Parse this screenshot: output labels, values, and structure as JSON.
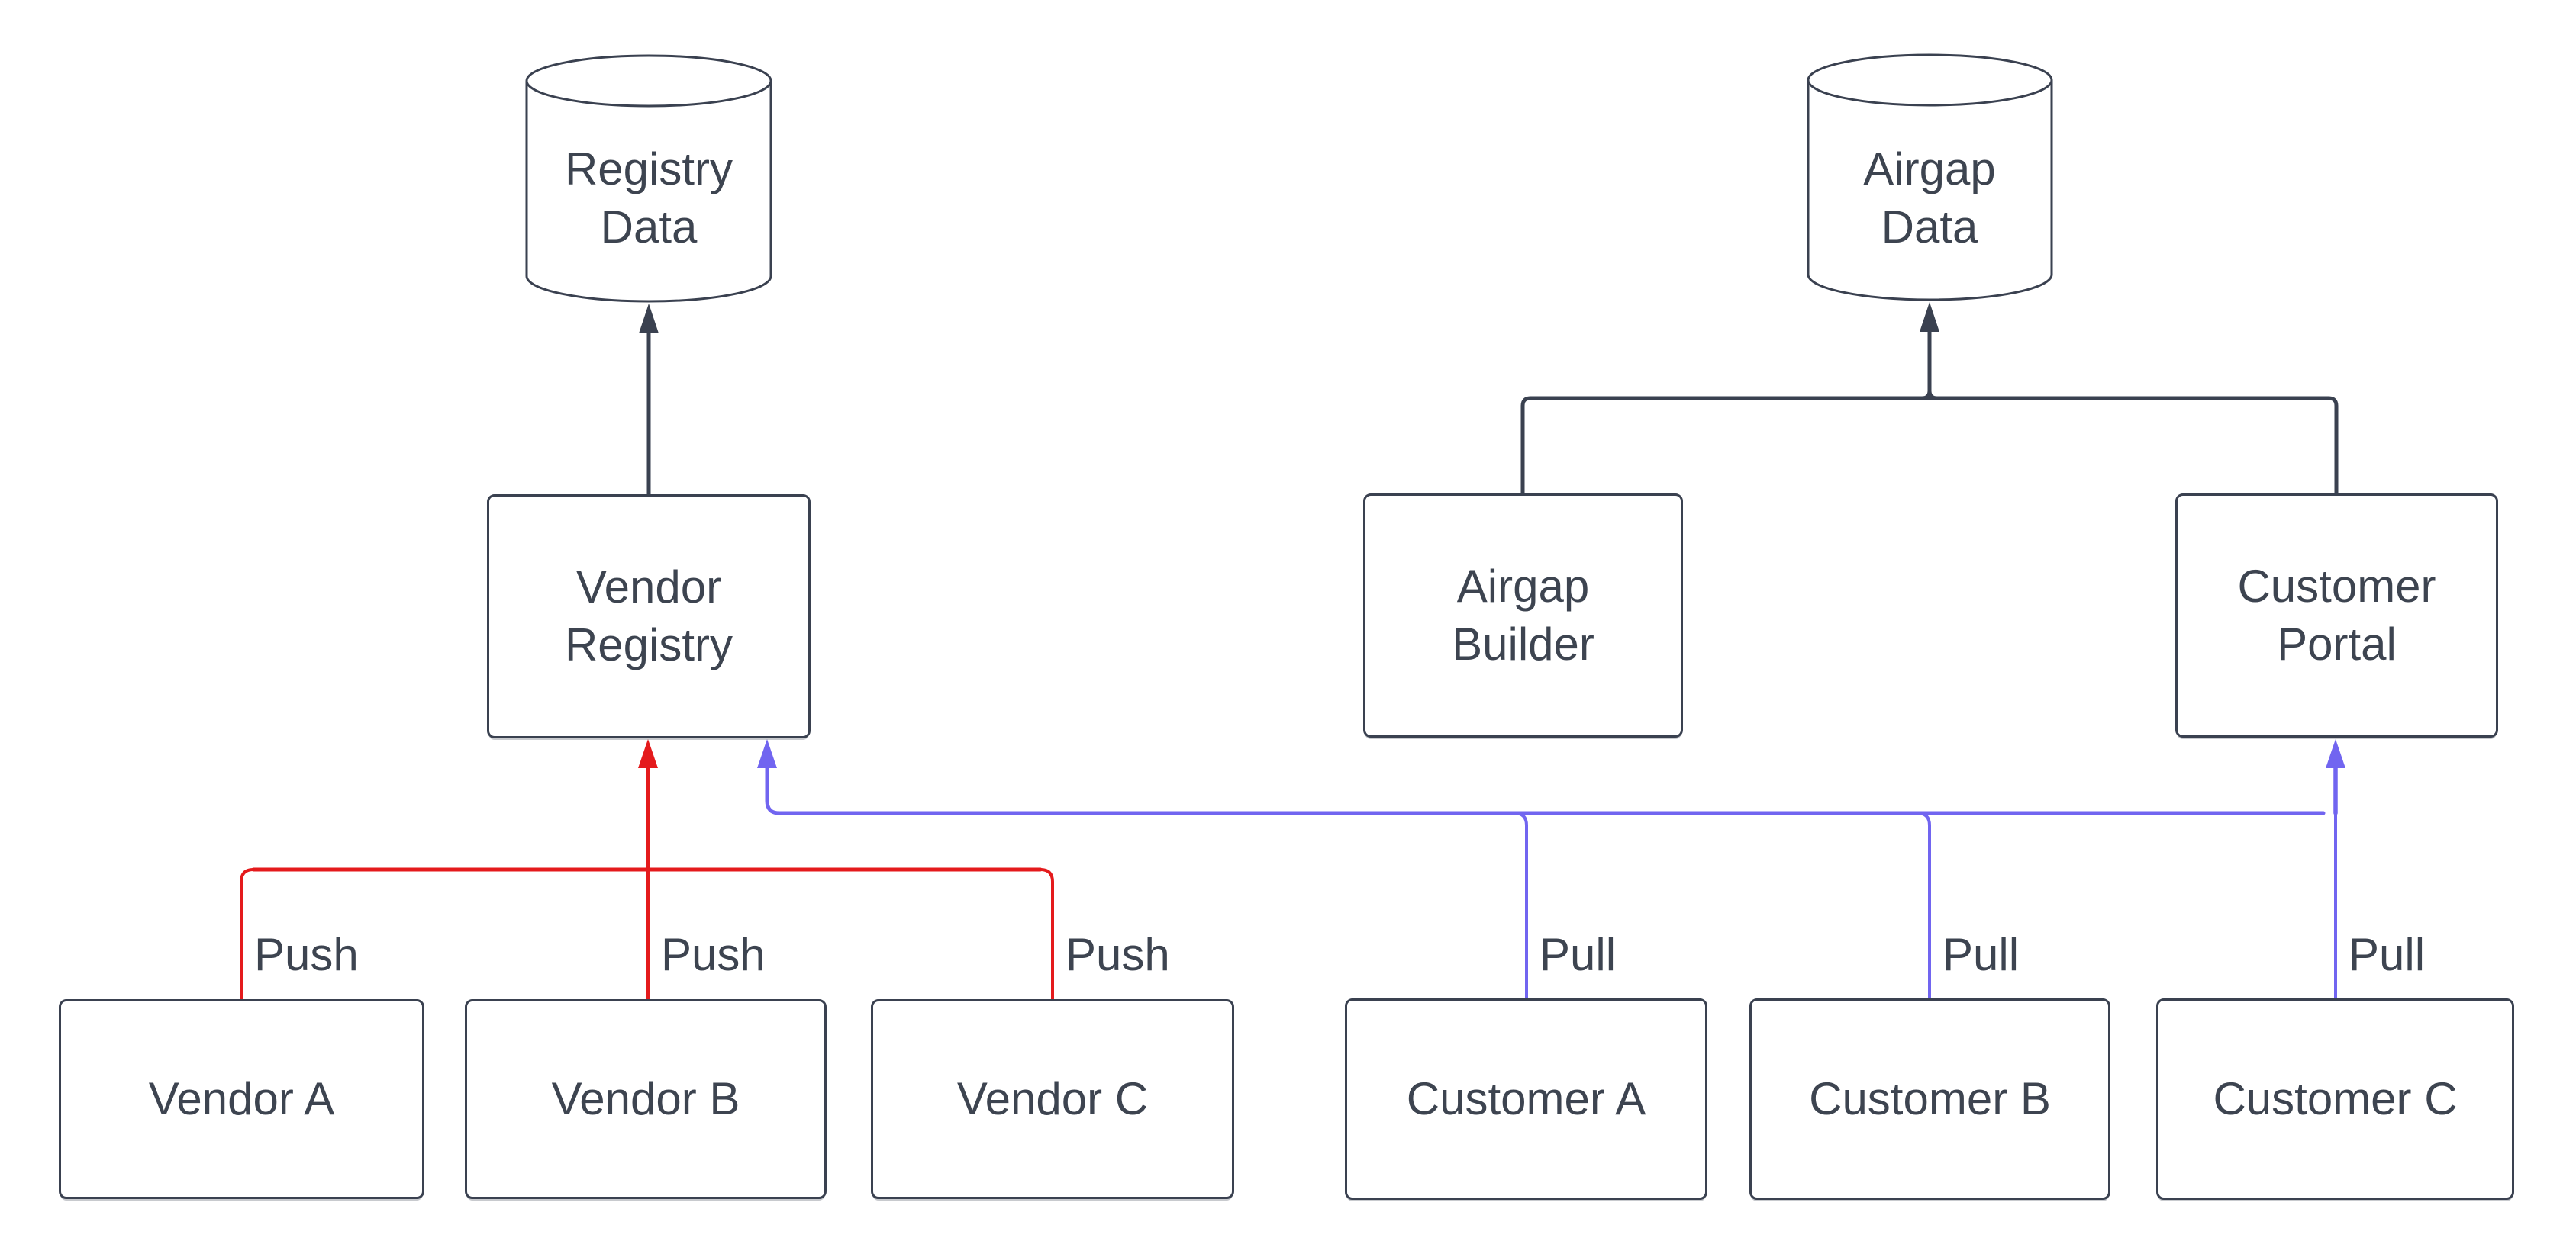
{
  "colors": {
    "push": "#e41a1c",
    "pull": "#7165f0",
    "flow": "#3a4150",
    "text": "#3d4450",
    "node_border": "#3a4150",
    "background": "#ffffff"
  },
  "nodes": {
    "registry_data": "Registry Data",
    "airgap_data": "Airgap Data",
    "vendor_registry": "Vendor Registry",
    "airgap_builder": "Airgap Builder",
    "customer_portal": "Customer Portal",
    "vendor_a": "Vendor A",
    "vendor_b": "Vendor B",
    "vendor_c": "Vendor C",
    "customer_a": "Customer A",
    "customer_b": "Customer B",
    "customer_c": "Customer C"
  },
  "edge_labels": {
    "push_vendor_a": "Push",
    "push_vendor_b": "Push",
    "push_vendor_c": "Push",
    "pull_customer_a": "Pull",
    "pull_customer_b": "Pull",
    "pull_customer_c": "Pull"
  },
  "edges": [
    {
      "from": "Vendor Registry",
      "to": "Registry Data",
      "label": "",
      "type": "flow"
    },
    {
      "from": "Airgap Builder",
      "to": "Airgap Data",
      "label": "",
      "type": "flow"
    },
    {
      "from": "Customer Portal",
      "to": "Airgap Data",
      "label": "",
      "type": "flow"
    },
    {
      "from": "Vendor A",
      "to": "Vendor Registry",
      "label": "Push",
      "type": "push"
    },
    {
      "from": "Vendor B",
      "to": "Vendor Registry",
      "label": "Push",
      "type": "push"
    },
    {
      "from": "Vendor C",
      "to": "Vendor Registry",
      "label": "Push",
      "type": "push"
    },
    {
      "from": "Customer A",
      "to": "Vendor Registry",
      "label": "Pull",
      "type": "pull"
    },
    {
      "from": "Customer B",
      "to": "Vendor Registry",
      "label": "Pull",
      "type": "pull"
    },
    {
      "from": "Customer C",
      "to": "Customer Portal",
      "label": "Pull",
      "type": "pull"
    }
  ]
}
